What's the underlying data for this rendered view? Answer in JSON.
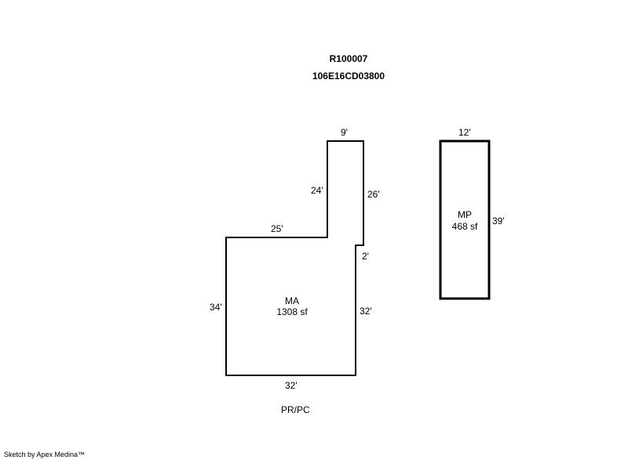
{
  "header": {
    "parcel_id": "R100007",
    "map_number": "106E16CD03800"
  },
  "areas": [
    {
      "code": "MA",
      "area": "1308 sf"
    },
    {
      "code": "MP",
      "area": "468 sf"
    }
  ],
  "dimensions": {
    "ma_top": "9'",
    "ma_upper_left": "24'",
    "ma_upper_right": "26'",
    "ma_step": "25'",
    "ma_notch": "2'",
    "ma_left": "34'",
    "ma_right": "32'",
    "ma_bottom": "32'",
    "mp_top": "12'",
    "mp_right": "39'"
  },
  "footer": {
    "note": "PR/PC",
    "credit": "Sketch by Apex Medina™"
  }
}
